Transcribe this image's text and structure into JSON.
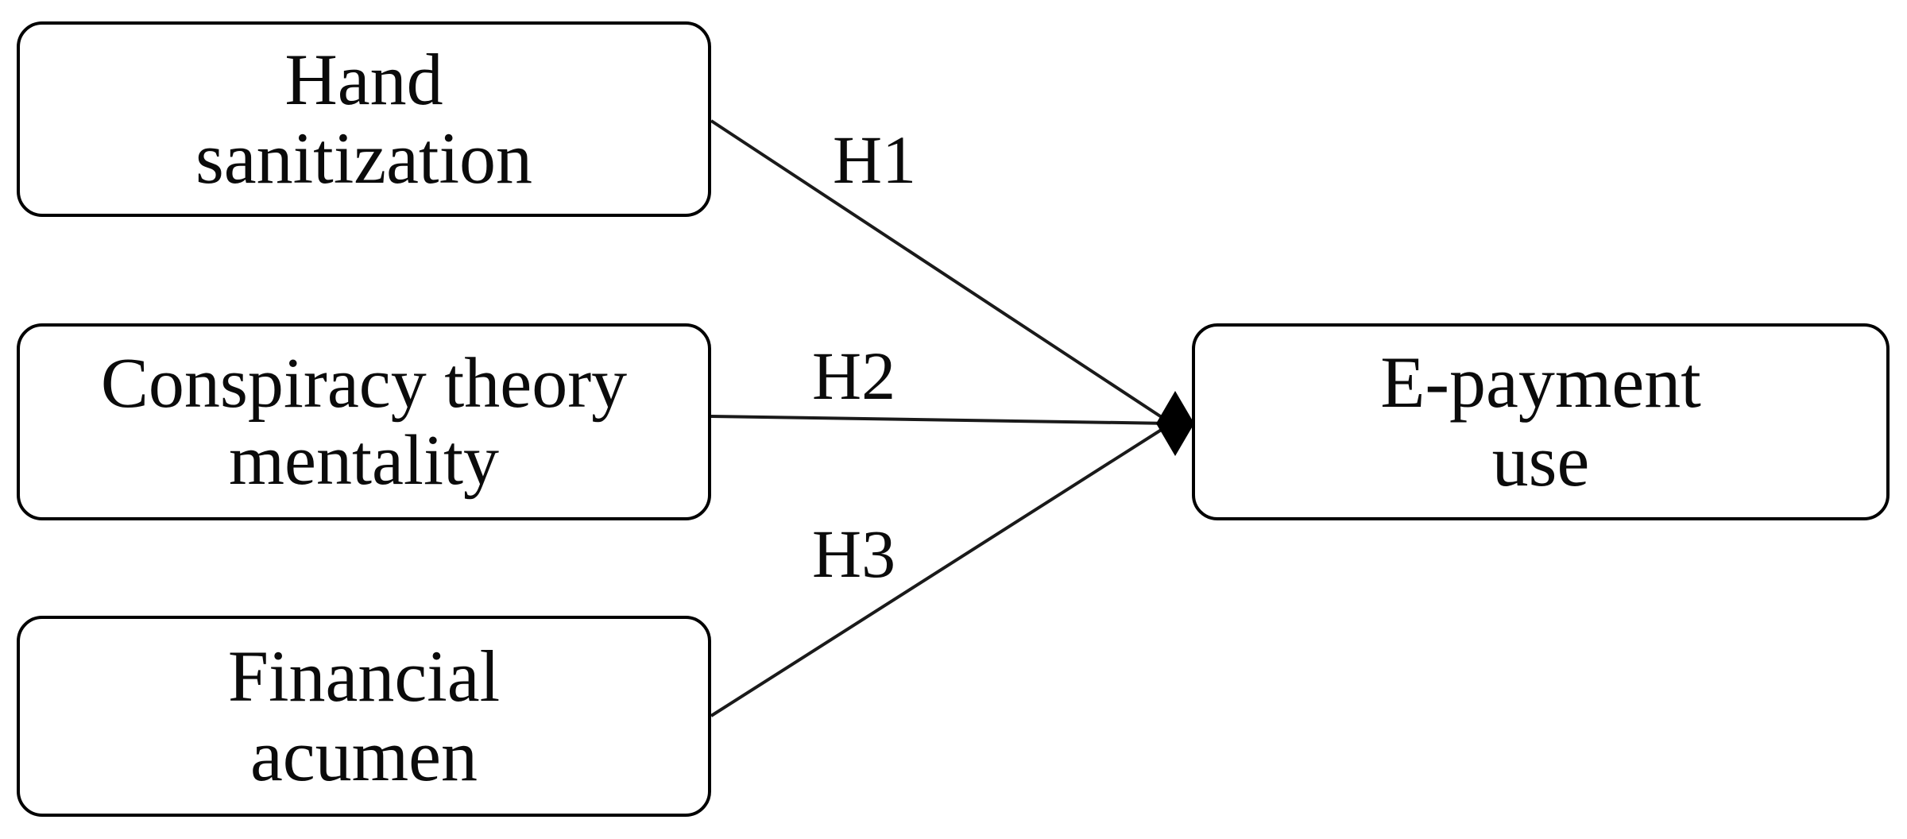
{
  "diagram": {
    "type": "conceptual-research-model",
    "background_color": "#ffffff",
    "line_color": "#1a1a1a",
    "border_color": "#000000",
    "text_color": "#0b0b0b"
  },
  "nodes": {
    "hand_sanitization": {
      "label": "Hand\nsanitization",
      "role": "predictor"
    },
    "conspiracy_theory": {
      "label": "Conspiracy theory\nmentality",
      "role": "predictor"
    },
    "financial_acumen": {
      "label": "Financial\nacumen",
      "role": "predictor"
    },
    "epayment_use": {
      "label": "E-payment\nuse",
      "role": "outcome"
    }
  },
  "edges": [
    {
      "id": "H1",
      "label": "H1",
      "from": "hand_sanitization",
      "to": "epayment_use",
      "arrowhead": "filled-diamond"
    },
    {
      "id": "H2",
      "label": "H2",
      "from": "conspiracy_theory",
      "to": "epayment_use",
      "arrowhead": "filled-diamond"
    },
    {
      "id": "H3",
      "label": "H3",
      "from": "financial_acumen",
      "to": "epayment_use",
      "arrowhead": "filled-diamond"
    }
  ],
  "chart_data": {
    "type": "diagram",
    "title": "",
    "categories": [
      "Hand sanitization",
      "Conspiracy theory mentality",
      "Financial acumen"
    ],
    "target": "E-payment use",
    "annotations": [
      "H1",
      "H2",
      "H3"
    ]
  }
}
